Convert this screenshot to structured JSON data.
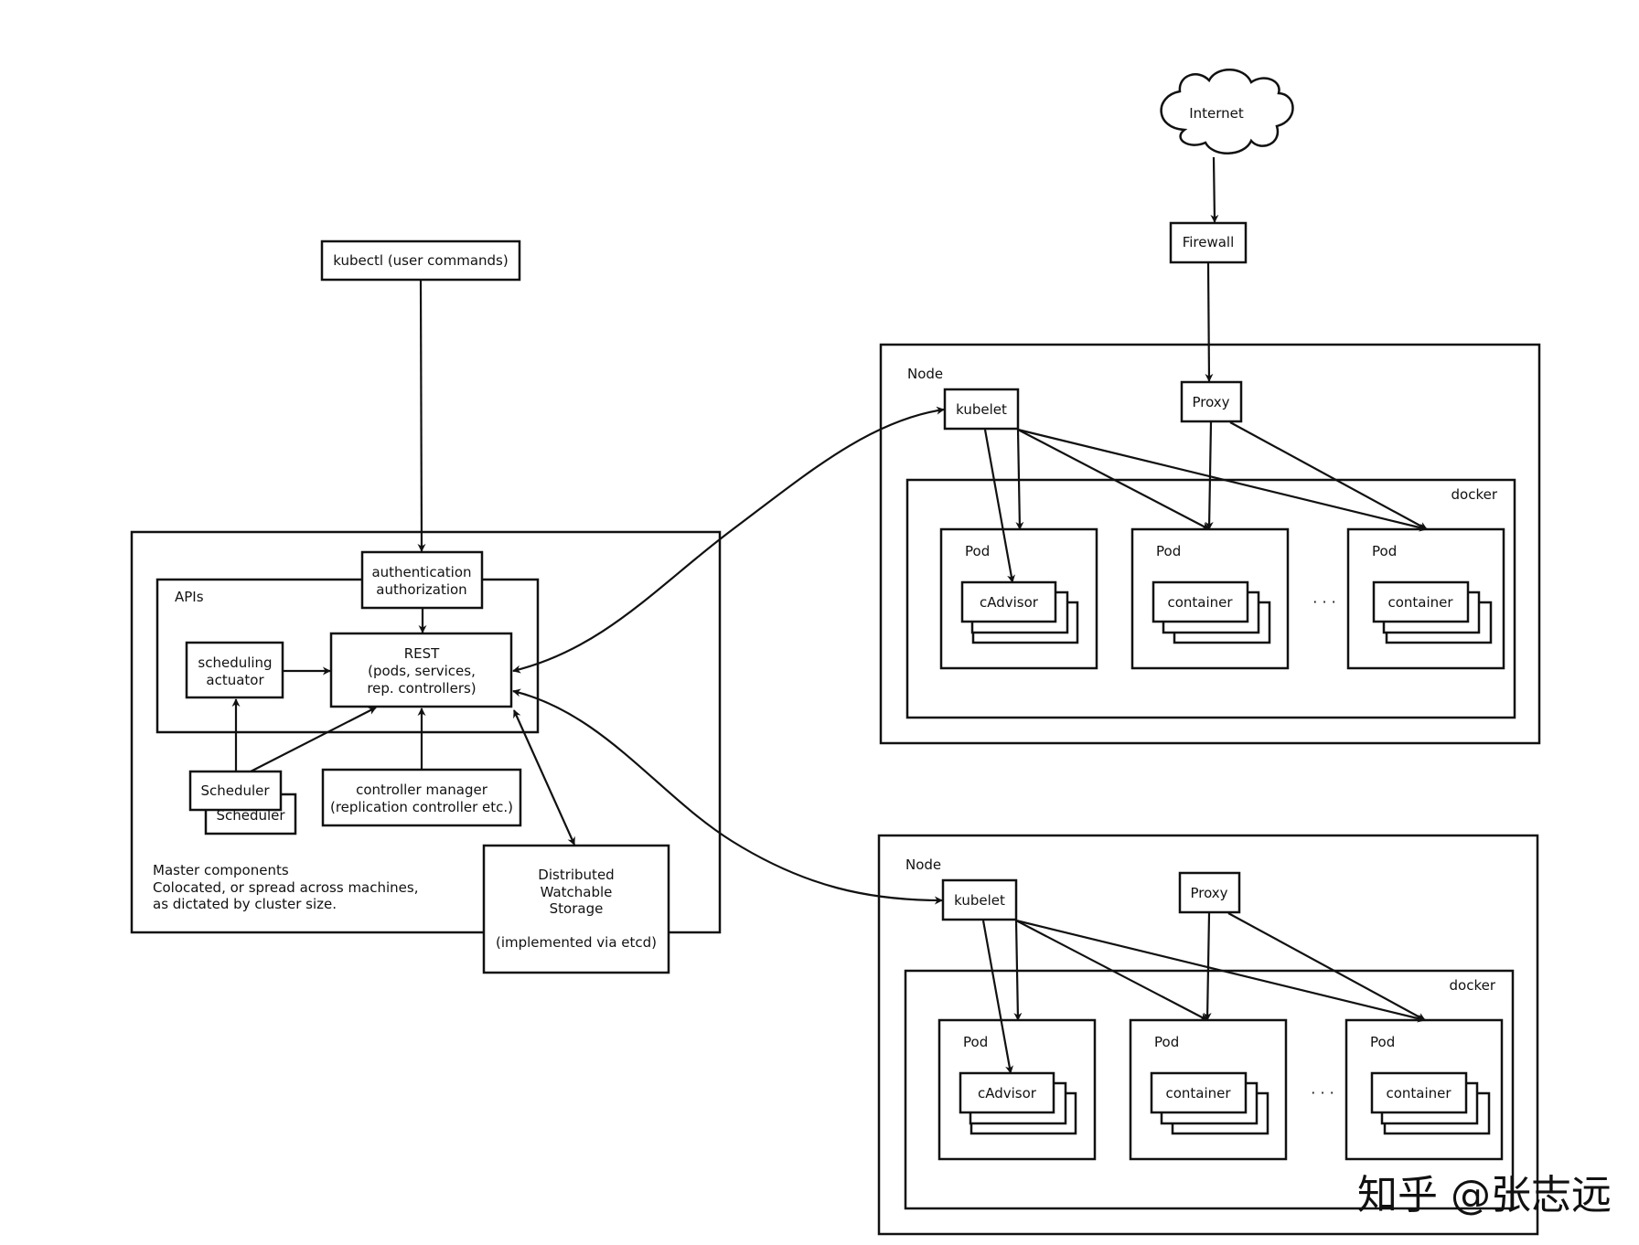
{
  "internet": "Internet",
  "firewall": "Firewall",
  "kubectl": "kubectl (user commands)",
  "master": {
    "auth_line1": "authentication",
    "auth_line2": "authorization",
    "apis": "APIs",
    "rest_line1": "REST",
    "rest_line2": "(pods, services,",
    "rest_line3": "rep. controllers)",
    "sched_act_line1": "scheduling",
    "sched_act_line2": "actuator",
    "scheduler": "Scheduler",
    "scheduler_back": "Scheduler",
    "ctrl_line1": "controller manager",
    "ctrl_line2": "(replication controller etc.)",
    "caption_line1": "Master components",
    "caption_line2": "Colocated, or spread across machines,",
    "caption_line3": "as dictated by cluster size.",
    "storage_line1": "Distributed",
    "storage_line2": "Watchable",
    "storage_line3": "Storage",
    "storage_line4": "(implemented via etcd)"
  },
  "node1": {
    "label": "Node",
    "kubelet": "kubelet",
    "proxy": "Proxy",
    "docker": "docker",
    "pod1": "Pod",
    "pod2": "Pod",
    "pod3": "Pod",
    "cadvisor": "cAdvisor",
    "container1": "container",
    "container2": "container",
    "ellipsis": "· · ·"
  },
  "node2": {
    "label": "Node",
    "kubelet": "kubelet",
    "proxy": "Proxy",
    "docker": "docker",
    "pod1": "Pod",
    "pod2": "Pod",
    "pod3": "Pod",
    "cadvisor": "cAdvisor",
    "container1": "container",
    "container2": "container",
    "ellipsis": "· · ·"
  },
  "watermark": "知乎 @张志远"
}
